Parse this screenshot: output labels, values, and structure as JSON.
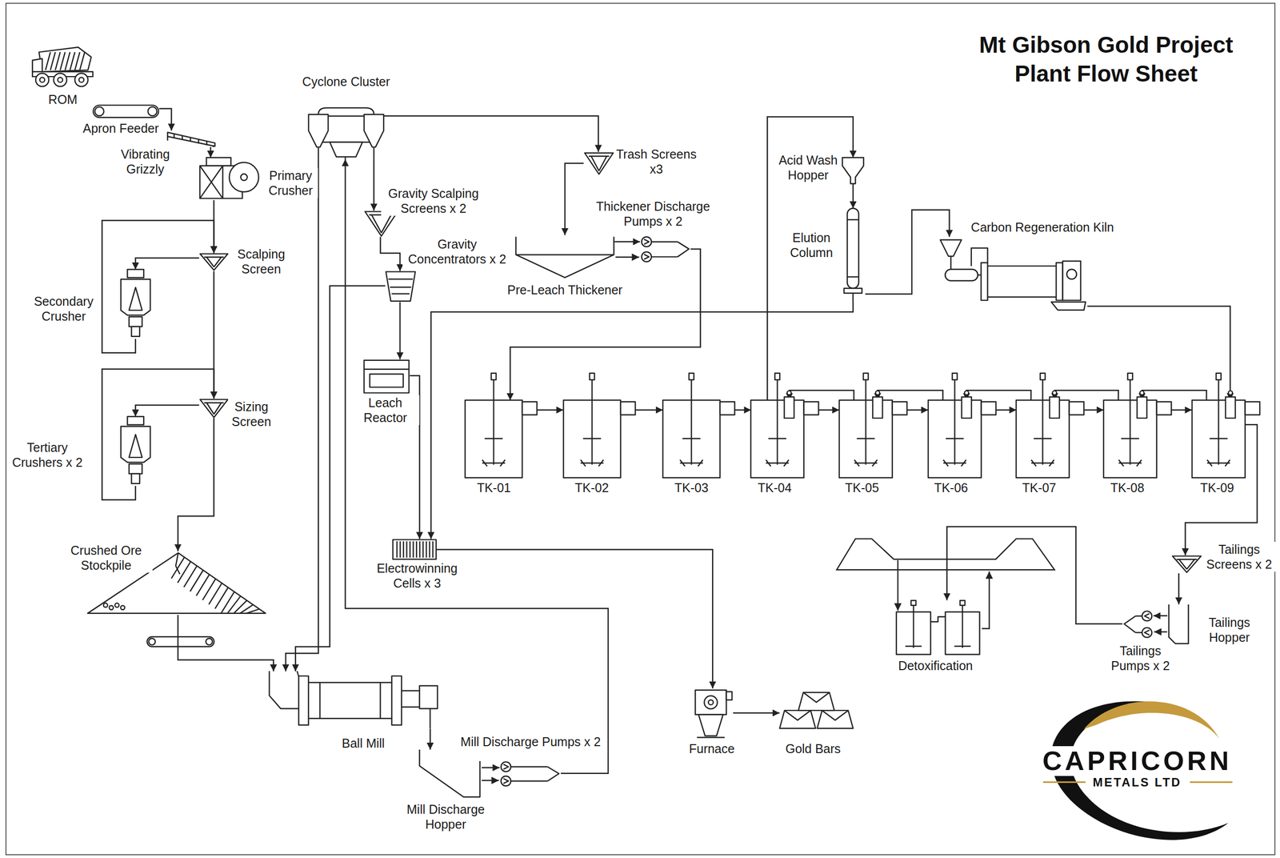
{
  "diagram": {
    "title": "Mt Gibson Gold Project Plant Flow Sheet",
    "nodes": [
      {
        "text": [
          "ROM"
        ]
      },
      {
        "text": [
          "Apron Feeder"
        ]
      },
      {
        "text": [
          "Vibrating Grizzly"
        ]
      },
      {
        "text": [
          "Primary Crusher"
        ]
      },
      {
        "text": [
          "Scalping Screen"
        ]
      },
      {
        "text": [
          "Secondary Crusher"
        ]
      },
      {
        "text": [
          "Sizing Screen"
        ]
      },
      {
        "text": [
          "Tertiary Crushers x 2"
        ]
      },
      {
        "text": [
          "Crushed Ore Stockpile"
        ]
      },
      {
        "text": [
          "Ball Mill"
        ]
      },
      {
        "text": [
          "Mill Discharge Hopper"
        ]
      },
      {
        "text": [
          "Mill Discharge Pumps x 2"
        ]
      },
      {
        "text": [
          "Cyclone Cluster"
        ]
      },
      {
        "text": [
          "Gravity Scalping Screens x 2"
        ]
      },
      {
        "text": [
          "Gravity Concentrators x 2"
        ]
      },
      {
        "text": [
          "Leach Reactor"
        ]
      },
      {
        "text": [
          "Electrowinning Cells x 3"
        ]
      },
      {
        "text": [
          "Furnace"
        ]
      },
      {
        "text": [
          "Gold Bars"
        ]
      },
      {
        "text": [
          "Trash Screens x3"
        ]
      },
      {
        "text": [
          "Pre-Leach Thickener"
        ]
      },
      {
        "text": [
          "Thickener Discharge Pumps x 2"
        ]
      },
      {
        "text": [
          "Acid Wash Hopper"
        ]
      },
      {
        "text": [
          "Elution Column"
        ]
      },
      {
        "text": [
          "Carbon Regeneration Kiln"
        ]
      },
      {
        "text": [
          "TK-01"
        ]
      },
      {
        "text": [
          "TK-02"
        ]
      },
      {
        "text": [
          "TK-03"
        ]
      },
      {
        "text": [
          "TK-04"
        ]
      },
      {
        "text": [
          "TK-05"
        ]
      },
      {
        "text": [
          "TK-06"
        ]
      },
      {
        "text": [
          "TK-07"
        ]
      },
      {
        "text": [
          "TK-08"
        ]
      },
      {
        "text": [
          "TK-09"
        ]
      },
      {
        "text": [
          "Tailings Screens x 2"
        ]
      },
      {
        "text": [
          "Tailings Hopper"
        ]
      },
      {
        "text": [
          "Tailings Pumps x 2"
        ]
      },
      {
        "text": [
          "Detoxification"
        ]
      }
    ],
    "edges": [
      {
        "from": 1,
        "to": 2,
        "arrow": "to"
      },
      {
        "from": 2,
        "to": 3,
        "arrow": "to"
      },
      {
        "from": 3,
        "to": 4,
        "arrow": "to"
      },
      {
        "from": 4,
        "to": 5,
        "arrow": "to"
      },
      {
        "from": 5,
        "to": 4,
        "arrow": "to"
      },
      {
        "from": 4,
        "to": 6,
        "arrow": "to"
      },
      {
        "from": 6,
        "to": 7,
        "arrow": "to"
      },
      {
        "from": 7,
        "to": 6,
        "arrow": "to"
      },
      {
        "from": 6,
        "to": 8,
        "arrow": "to"
      },
      {
        "from": 8,
        "to": 9,
        "arrow": "to"
      },
      {
        "from": 9,
        "to": 10,
        "arrow": "to"
      },
      {
        "from": 10,
        "to": 11,
        "arrow": "to"
      },
      {
        "from": 11,
        "to": 12,
        "arrow": "to"
      },
      {
        "from": 12,
        "to": 9,
        "arrow": "to"
      },
      {
        "from": 12,
        "to": 13,
        "arrow": "to"
      },
      {
        "from": 13,
        "to": 14,
        "arrow": "to"
      },
      {
        "from": 14,
        "to": 9,
        "arrow": "to"
      },
      {
        "from": 14,
        "to": 15,
        "arrow": "to"
      },
      {
        "from": 15,
        "to": 16,
        "arrow": "to"
      },
      {
        "from": 23,
        "to": 16,
        "arrow": "to"
      },
      {
        "from": 16,
        "to": 17,
        "arrow": "to"
      },
      {
        "from": 17,
        "to": 18,
        "arrow": "to"
      },
      {
        "from": 12,
        "to": 19,
        "arrow": "to"
      },
      {
        "from": 19,
        "to": 20,
        "arrow": "to"
      },
      {
        "from": 20,
        "to": 21,
        "arrow": "to"
      },
      {
        "from": 21,
        "to": 25,
        "arrow": "to"
      },
      {
        "from": 25,
        "to": 26,
        "arrow": "to"
      },
      {
        "from": 26,
        "to": 27,
        "arrow": "to"
      },
      {
        "from": 27,
        "to": 28,
        "arrow": "to"
      },
      {
        "from": 28,
        "to": 29,
        "arrow": "to"
      },
      {
        "from": 29,
        "to": 30,
        "arrow": "to"
      },
      {
        "from": 30,
        "to": 31,
        "arrow": "to"
      },
      {
        "from": 31,
        "to": 32,
        "arrow": "to"
      },
      {
        "from": 32,
        "to": 33,
        "arrow": "to"
      },
      {
        "from": 29,
        "to": 28,
        "arrow": "to"
      },
      {
        "from": 30,
        "to": 29,
        "arrow": "to"
      },
      {
        "from": 31,
        "to": 30,
        "arrow": "to"
      },
      {
        "from": 32,
        "to": 31,
        "arrow": "to"
      },
      {
        "from": 33,
        "to": 32,
        "arrow": "to"
      },
      {
        "from": 28,
        "to": 22,
        "arrow": "to"
      },
      {
        "from": 22,
        "to": 23,
        "arrow": "to"
      },
      {
        "from": 23,
        "to": 24,
        "arrow": "to"
      },
      {
        "from": 24,
        "to": 33,
        "arrow": "to"
      },
      {
        "from": 33,
        "to": 34,
        "arrow": "to"
      },
      {
        "from": 34,
        "to": 35,
        "arrow": "to"
      },
      {
        "from": 35,
        "to": 36,
        "arrow": "to"
      },
      {
        "from": 36,
        "to": 37,
        "arrow": "to"
      }
    ],
    "labels": [
      "CAPRICORN",
      "METALS LTD"
    ]
  }
}
